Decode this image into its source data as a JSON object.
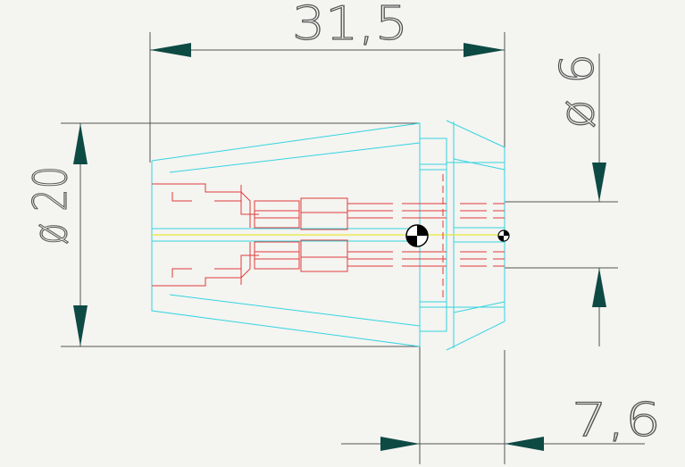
{
  "drawing": {
    "dimensions": {
      "length_overall": "31,5",
      "diameter_outer": "ø 20",
      "diameter_bore": "ø 6",
      "nose_length": "7,6"
    },
    "colors": {
      "background": "#f4f4f1",
      "dimension_lines": "#555555",
      "arrowheads": "#0e4a44",
      "outline": "#33d4e0",
      "hidden_detail": "#e03c3c",
      "centerline": "#e8e83a",
      "symbol": "#000000"
    }
  }
}
